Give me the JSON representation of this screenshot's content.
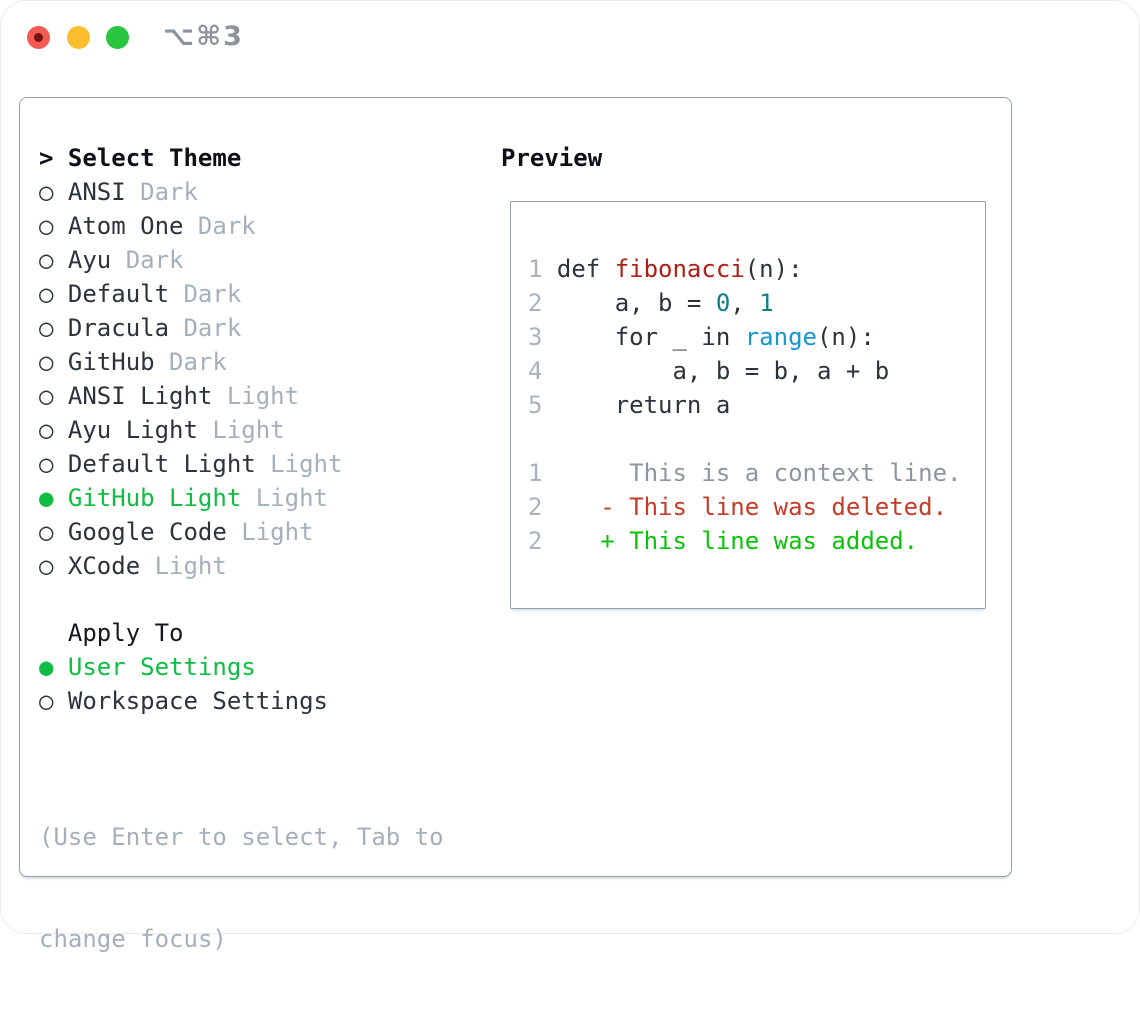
{
  "window": {
    "title": "⌥⌘3"
  },
  "picker": {
    "header": {
      "marker": ">",
      "label": "Select Theme"
    },
    "markers": {
      "selected": "●",
      "unselected": "○"
    },
    "themes": [
      {
        "name": "ANSI",
        "variant": "Dark",
        "selected": false
      },
      {
        "name": "Atom One",
        "variant": "Dark",
        "selected": false
      },
      {
        "name": "Ayu",
        "variant": "Dark",
        "selected": false
      },
      {
        "name": "Default",
        "variant": "Dark",
        "selected": false
      },
      {
        "name": "Dracula",
        "variant": "Dark",
        "selected": false
      },
      {
        "name": "GitHub",
        "variant": "Dark",
        "selected": false
      },
      {
        "name": "ANSI Light",
        "variant": "Light",
        "selected": false
      },
      {
        "name": "Ayu Light",
        "variant": "Light",
        "selected": false
      },
      {
        "name": "Default Light",
        "variant": "Light",
        "selected": false
      },
      {
        "name": "GitHub Light",
        "variant": "Light",
        "selected": true
      },
      {
        "name": "Google Code",
        "variant": "Light",
        "selected": false
      },
      {
        "name": "XCode",
        "variant": "Light",
        "selected": false
      }
    ],
    "apply_to": {
      "label": "Apply To",
      "options": [
        {
          "name": "User Settings",
          "selected": true
        },
        {
          "name": "Workspace Settings",
          "selected": false
        }
      ]
    },
    "hint_lines": [
      "(Use Enter to select, Tab to",
      "change focus)"
    ]
  },
  "preview": {
    "label": "Preview",
    "lines": [
      {
        "n": "1",
        "kind": "code",
        "tokens": [
          [
            "p",
            "def "
          ],
          [
            "fn",
            "fibonacci"
          ],
          [
            "p",
            "(n):"
          ]
        ]
      },
      {
        "n": "2",
        "kind": "code",
        "tokens": [
          [
            "p",
            "    a, b = "
          ],
          [
            "num",
            "0"
          ],
          [
            "p",
            ", "
          ],
          [
            "num",
            "1"
          ]
        ]
      },
      {
        "n": "3",
        "kind": "code",
        "tokens": [
          [
            "p",
            "    for _ in "
          ],
          [
            "bi",
            "range"
          ],
          [
            "p",
            "(n):"
          ]
        ]
      },
      {
        "n": "4",
        "kind": "code",
        "tokens": [
          [
            "p",
            "        a, b = b, a + b"
          ]
        ]
      },
      {
        "n": "5",
        "kind": "code",
        "tokens": [
          [
            "p",
            "    return a"
          ]
        ]
      },
      {
        "n": "",
        "kind": "blank",
        "tokens": []
      },
      {
        "n": "1",
        "kind": "context",
        "tokens": [
          [
            "ctx",
            "     This is a context line."
          ]
        ]
      },
      {
        "n": "2",
        "kind": "deleted",
        "tokens": [
          [
            "del",
            "   - This line was deleted."
          ]
        ]
      },
      {
        "n": "2",
        "kind": "added",
        "tokens": [
          [
            "add",
            "   + This line was added."
          ]
        ]
      }
    ]
  },
  "colors": {
    "accent_green": "#0fbd42",
    "added_green": "#0bc30b",
    "deleted_red": "#c43b28",
    "function_red": "#ac2015",
    "number_teal": "#0b7f81",
    "builtin_blue": "#1696d3",
    "text_dark": "#2d333a",
    "muted_gray": "#a6b0bb",
    "line_number_gray": "#a9b3bd",
    "context_gray": "#8d969f",
    "traffic_red": "#f35a52",
    "traffic_yellow": "#f9bd2e",
    "traffic_green": "#29c440"
  }
}
